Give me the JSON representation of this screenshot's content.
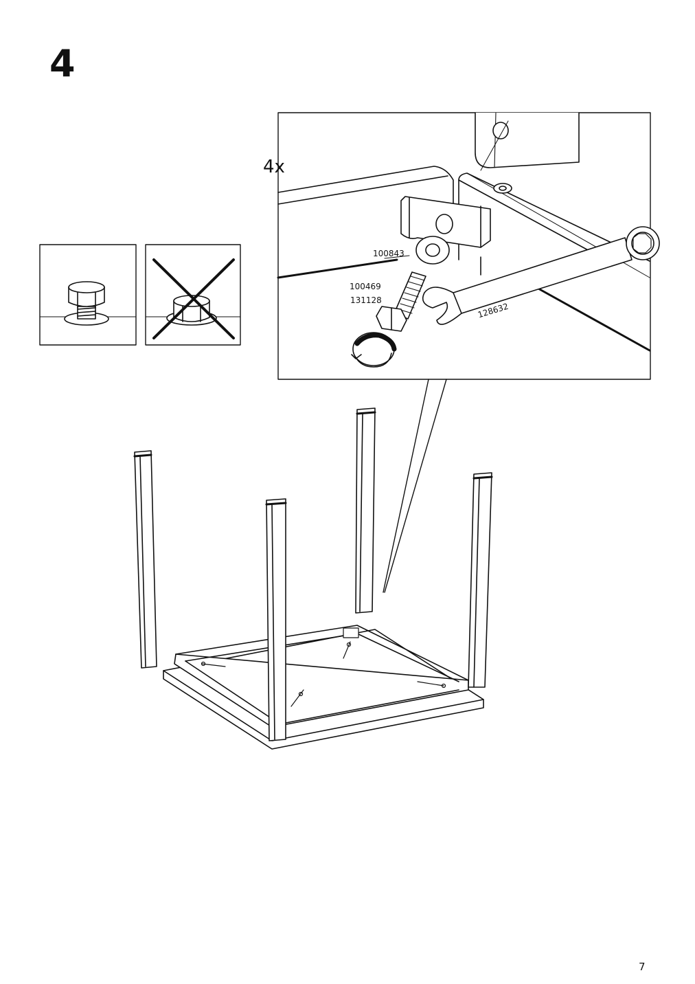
{
  "step": {
    "number": "4"
  },
  "detail": {
    "quantity": "4x",
    "parts": {
      "washer": "100843",
      "bolt_a": "100469",
      "bolt_b": "131128",
      "wrench": "128632"
    }
  },
  "page": {
    "number": "7"
  }
}
